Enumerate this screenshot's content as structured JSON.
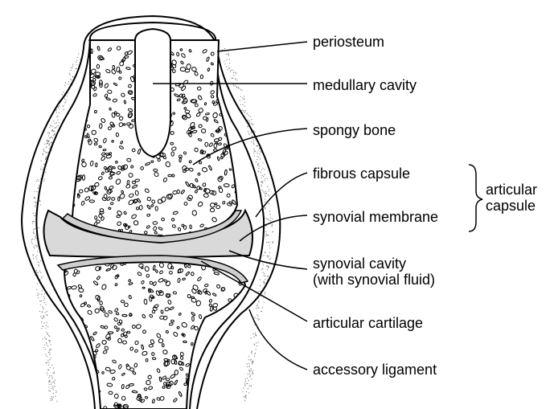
{
  "labels": {
    "periosteum": "periosteum",
    "medullary_cavity": "medullary cavity",
    "spongy_bone": "spongy bone",
    "fibrous_capsule": "fibrous capsule",
    "synovial_membrane": "synovial membrane",
    "synovial_cavity_line1": "synovial cavity",
    "synovial_cavity_line2": "(with synovial fluid)",
    "articular_cartilage": "articular cartilage",
    "accessory_ligament": "accessory ligament",
    "articular_capsule_line1": "articular",
    "articular_capsule_line2": "capsule"
  },
  "colors": {
    "ink": "#000000",
    "background": "#ffffff",
    "synovial_fluid": "#d9d9d9"
  }
}
